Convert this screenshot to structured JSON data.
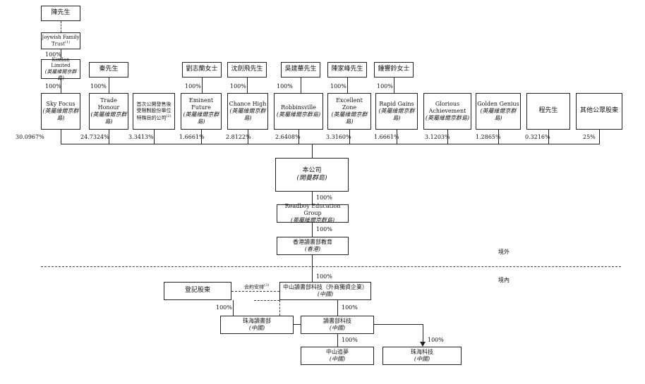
{
  "top_people": {
    "chen": "陳先生",
    "joywish": "Joywish Family Trust",
    "joywish_note": "(1)",
    "kimlan": "Kimlan Limited",
    "kimlan_j": "(英屬維爾京群島)",
    "qin": "秦先生",
    "liu": "劉志蘭女士",
    "shen": "沈劍飛先生",
    "wu": "吳建華先生",
    "chenjf": "陳家峰先生",
    "zhong": "鍾響鈴女士"
  },
  "pct_100": "100%",
  "shareholders": [
    {
      "name": "Sky Focus",
      "jur": "(英屬維爾京群島)",
      "pct": "30.0967%"
    },
    {
      "name": "Trade Honour",
      "jur": "(英屬維爾京群島)",
      "pct": "24.7324%"
    },
    {
      "name": "首次公開發售後受限制股份單位特殊目的公司",
      "note": "(2)",
      "jur": "",
      "pct": "3.3413%"
    },
    {
      "name": "Eminent Future",
      "jur": "(英屬維爾京群島)",
      "pct": "1.6661%"
    },
    {
      "name": "Chance High",
      "jur": "(英屬維爾京群島)",
      "pct": "2.8122%"
    },
    {
      "name": "Robbinsville",
      "jur": "(英屬維爾京群島)",
      "pct": "2.6408%"
    },
    {
      "name": "Excellent Zone",
      "jur": "(英屬維爾京群島)",
      "pct": "3.3160%"
    },
    {
      "name": "Rapid Gains",
      "jur": "(英屬維爾京群島)",
      "pct": "1.6661%"
    },
    {
      "name": "Glorious Achievement",
      "jur": "(英屬維爾京群島)",
      "pct": "3.1203%"
    },
    {
      "name": "Golden Genius",
      "jur": "(英屬維爾京群島)",
      "pct": "1.2865%"
    },
    {
      "name": "程先生",
      "jur": "",
      "pct": "0.3216%"
    },
    {
      "name": "其他公眾股東",
      "jur": "",
      "pct": "25%"
    }
  ],
  "company": {
    "name": "本公司",
    "jur": "(開曼群島)"
  },
  "readboy_group": {
    "name": "Readboy Education Group",
    "jur": "(英屬維爾京群島)"
  },
  "hk": {
    "name": "香港讀書部教育",
    "jur": "(香港)"
  },
  "offshore": "境外",
  "onshore": "境內",
  "zs_tech": {
    "name": "中山讀書部科技（外商獨資企業）",
    "jur": "(中國)"
  },
  "registered": {
    "name": "登記股東"
  },
  "contract": "合約安排",
  "contract_note": "(3)",
  "zh_readboy": {
    "name": "珠海讀書部",
    "jur": "(中國)"
  },
  "rb_tech": {
    "name": "讀書部科技",
    "jur": "(中國)"
  },
  "zs_dream": {
    "name": "中山追夢",
    "jur": "(中國)"
  },
  "zh_tech": {
    "name": "珠海科技",
    "jur": "(中國)"
  }
}
